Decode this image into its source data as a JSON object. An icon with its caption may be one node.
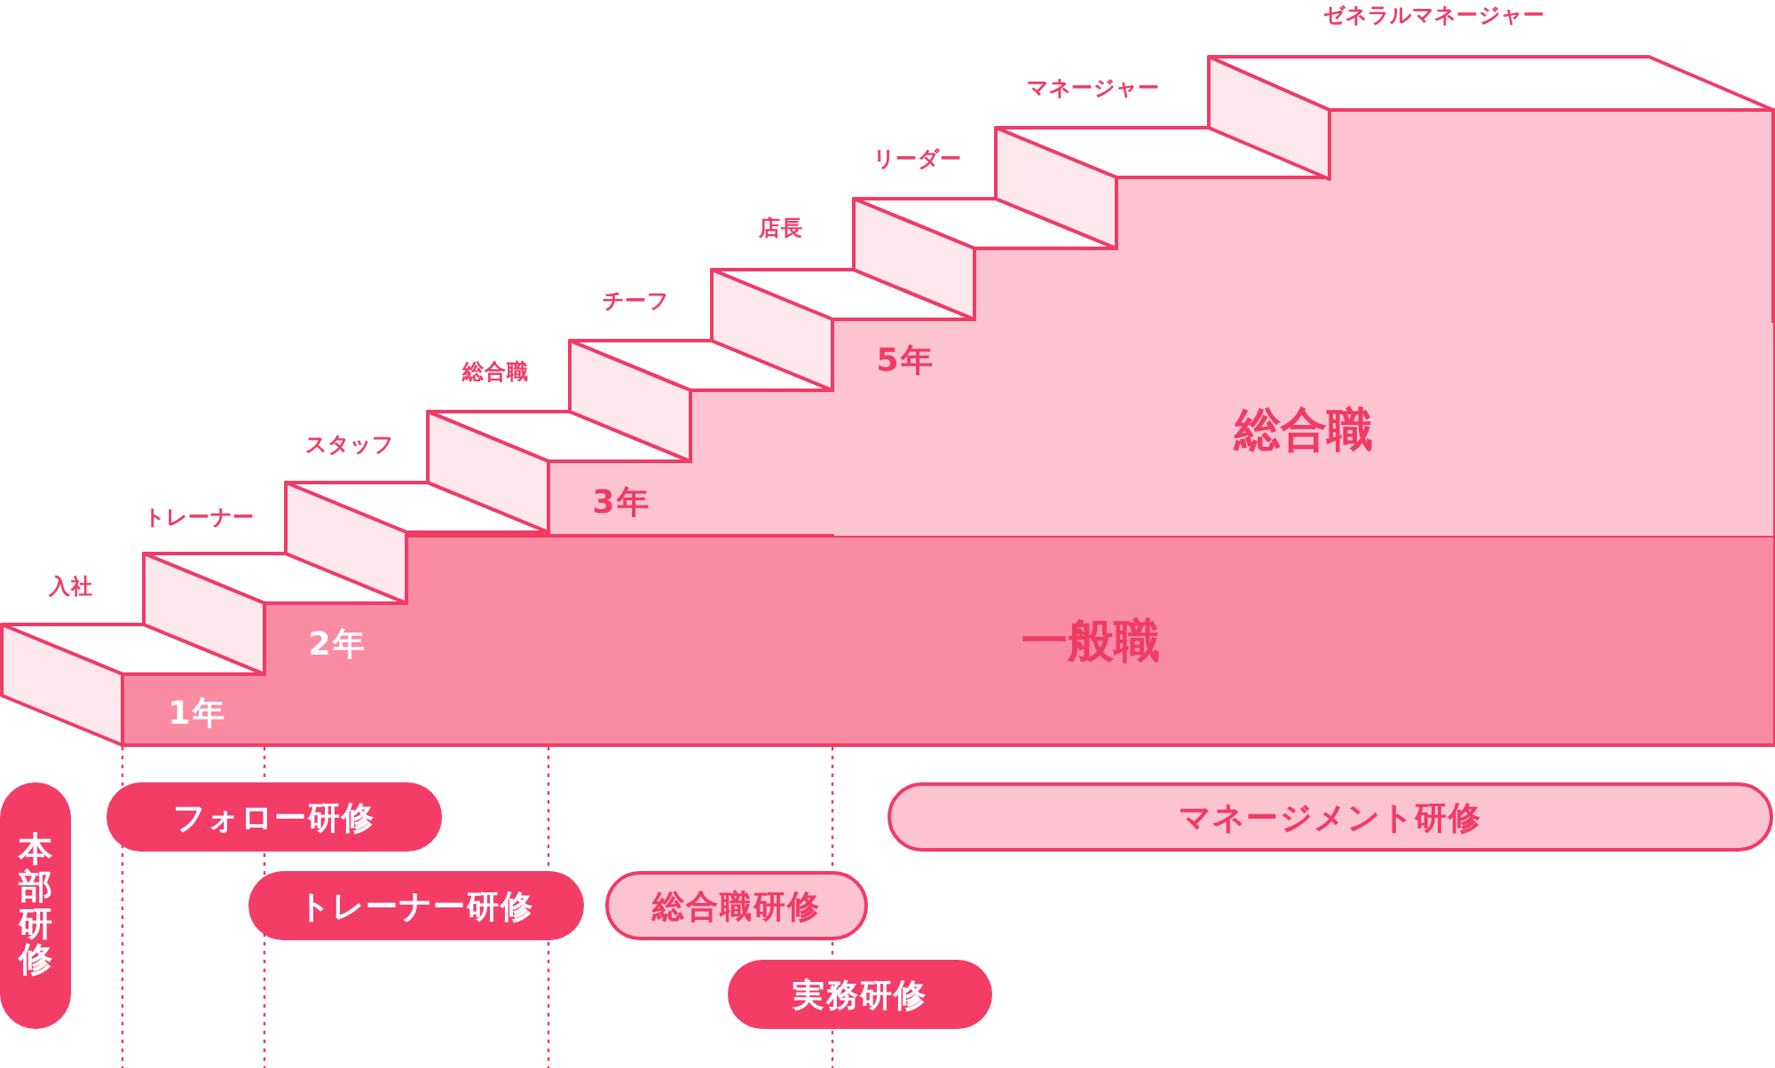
{
  "diagram": {
    "nodes": [
      {
        "text": [
          "一般職"
        ]
      },
      {
        "text": [
          "総合職"
        ]
      },
      {
        "text": [
          "本部研修"
        ]
      },
      {
        "text": [
          "フォロー研修"
        ]
      },
      {
        "text": [
          "トレーナー研修"
        ]
      },
      {
        "text": [
          "総合職研修"
        ]
      },
      {
        "text": [
          "実務研修"
        ]
      },
      {
        "text": [
          "マネージメント研修"
        ]
      }
    ],
    "labels": [
      "ゼネラルマネージャー",
      "マネージャー",
      "リーダー",
      "店長",
      "チーフ",
      "5年",
      "総合職",
      "スタッフ",
      "3年",
      "トレーナー",
      "入社",
      "2年",
      "1年"
    ]
  }
}
